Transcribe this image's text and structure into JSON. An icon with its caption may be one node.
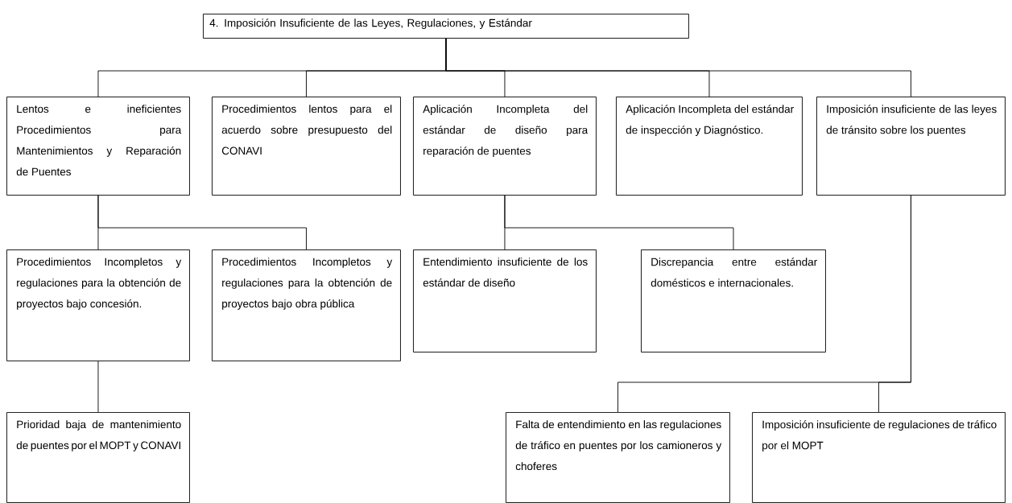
{
  "diagram": {
    "nodes": [
      {
        "text": [
          "4. Imposición Insuficiente de las Leyes, Regulaciones, y Estándar"
        ]
      },
      {
        "text": [
          "Lentos e ineficientes Procedimientos para Mantenimientos y Reparación de Puentes"
        ]
      },
      {
        "text": [
          "Procedimientos lentos para el acuerdo sobre presupuesto del CONAVI"
        ]
      },
      {
        "text": [
          "Aplicación Incompleta del estándar de diseño para reparación de puentes"
        ]
      },
      {
        "text": [
          "Aplicación Incompleta del estándar de inspección y Diagnóstico."
        ]
      },
      {
        "text": [
          "Imposición insuficiente de las leyes de tránsito sobre los puentes"
        ]
      },
      {
        "text": [
          "Procedimientos Incompletos y regulaciones para la obtención de proyectos bajo concesión."
        ]
      },
      {
        "text": [
          "Procedimientos Incompletos y regulaciones para la obtención de proyectos bajo obra pública"
        ]
      },
      {
        "text": [
          "Entendimiento insuficiente de los estándar de diseño"
        ]
      },
      {
        "text": [
          "Discrepancia entre estándar domésticos e internacionales."
        ]
      },
      {
        "text": [
          "Prioridad baja de mantenimiento de puentes por el MOPT y CONAVI"
        ]
      },
      {
        "text": [
          "Falta de entendimiento en las regulaciones de tráfico en puentes por los camioneros y choferes"
        ]
      },
      {
        "text": [
          "Imposición insuficiente de regulaciones de tráfico por el MOPT"
        ]
      }
    ],
    "edges": [
      {
        "from": 0,
        "to": 1,
        "arrow": "none"
      },
      {
        "from": 0,
        "to": 2,
        "arrow": "none"
      },
      {
        "from": 0,
        "to": 3,
        "arrow": "none"
      },
      {
        "from": 0,
        "to": 4,
        "arrow": "none"
      },
      {
        "from": 0,
        "to": 5,
        "arrow": "none"
      },
      {
        "from": 1,
        "to": 6,
        "arrow": "none"
      },
      {
        "from": 1,
        "to": 7,
        "arrow": "none"
      },
      {
        "from": 3,
        "to": 8,
        "arrow": "none"
      },
      {
        "from": 3,
        "to": 9,
        "arrow": "none"
      },
      {
        "from": 6,
        "to": 10,
        "arrow": "none"
      },
      {
        "from": 5,
        "to": 11,
        "arrow": "none"
      },
      {
        "from": 5,
        "to": 12,
        "arrow": "none"
      }
    ]
  }
}
